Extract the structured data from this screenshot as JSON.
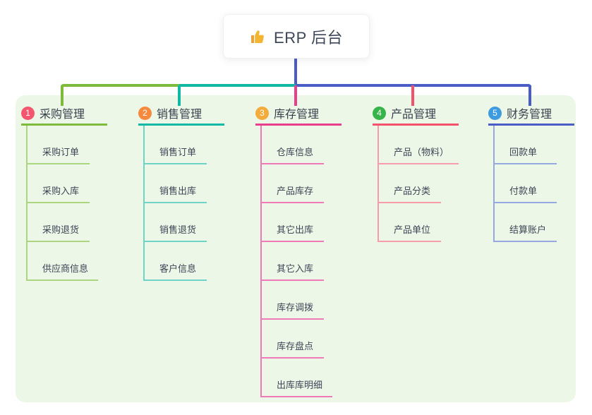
{
  "root": {
    "title": "ERP 后台",
    "icon": "thumbs-up"
  },
  "colors": {
    "panel_bg": "#ecf7e7",
    "root_line": "#4a5cc6",
    "bus_segment_left": "#7dbb3c",
    "bus_segment_middle": "#12b8a6",
    "bus_segment_right": "#4a5cc6",
    "drop_1": "#7dbb3c",
    "drop_2": "#12b8a6",
    "drop_3": "#e83e8c",
    "drop_4": "#f4516c",
    "drop_5": "#4a5cc6",
    "thumb_icon": "#f2b632"
  },
  "branches": [
    {
      "num": "1",
      "label": "采购管理",
      "badge_color": "#f5566f",
      "line_color": "#7dbb3c",
      "child_line_color": "#abd57f",
      "children": [
        "采购订单",
        "采购入库",
        "采购退货",
        "供应商信息"
      ]
    },
    {
      "num": "2",
      "label": "销售管理",
      "badge_color": "#f58a3e",
      "line_color": "#12b8a6",
      "child_line_color": "#6fd4c5",
      "children": [
        "销售订单",
        "销售出库",
        "销售退货",
        "客户信息"
      ]
    },
    {
      "num": "3",
      "label": "库存管理",
      "badge_color": "#f3ac3c",
      "line_color": "#e83e8c",
      "child_line_color": "#f07ab8",
      "children": [
        "仓库信息",
        "产品库存",
        "其它出库",
        "其它入库",
        "库存调拨",
        "库存盘点",
        "出库库明细"
      ]
    },
    {
      "num": "4",
      "label": "产品管理",
      "badge_color": "#36b44a",
      "line_color": "#f4516c",
      "child_line_color": "#f79ca8",
      "children": [
        "产品（物料）",
        "产品分类",
        "产品单位"
      ]
    },
    {
      "num": "5",
      "label": "财务管理",
      "badge_color": "#3d9ce0",
      "line_color": "#4a5cc6",
      "child_line_color": "#95a8e0",
      "children": [
        "回款单",
        "付款单",
        "结算账户"
      ]
    }
  ]
}
